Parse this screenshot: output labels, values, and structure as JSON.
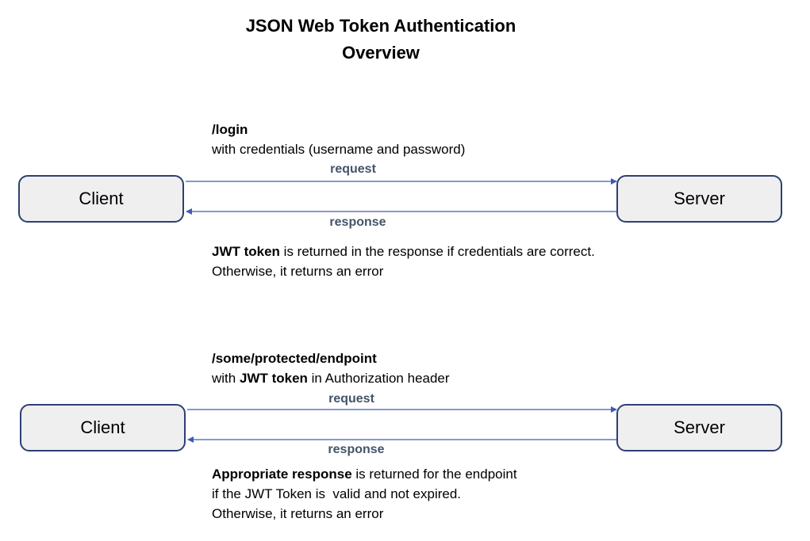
{
  "title": {
    "line1": "JSON Web Token Authentication",
    "line2": "Overview"
  },
  "colors": {
    "arrow": "#3a5cb8",
    "box_fill": "#efefef",
    "box_border": "#2e3f72",
    "label": "#44546a"
  },
  "flow1": {
    "client": "Client",
    "server": "Server",
    "endpoint": "/login",
    "endpoint_detail": "with credentials (username and password)",
    "request_label": "request",
    "response_label": "response",
    "result_bold": "JWT token",
    "result_rest": " is returned in the response if credentials are correct.",
    "result_line2": "Otherwise, it returns an error"
  },
  "flow2": {
    "client": "Client",
    "server": "Server",
    "endpoint": "/some/protected/endpoint",
    "detail_pre": "with ",
    "detail_bold": "JWT token",
    "detail_post": " in Authorization header",
    "request_label": "request",
    "response_label": "response",
    "result_bold": "Appropriate response",
    "result_rest": " is returned for the endpoint",
    "result_line2": "if the JWT Token is  valid and not expired.",
    "result_line3": "Otherwise, it returns an error"
  }
}
